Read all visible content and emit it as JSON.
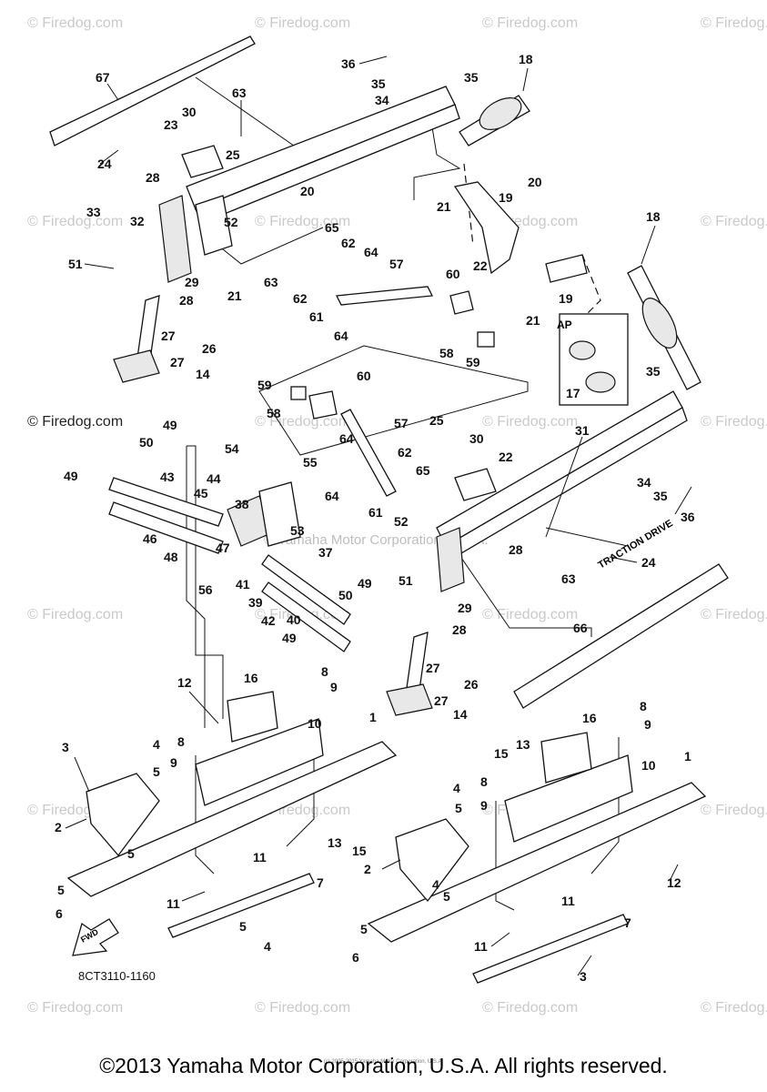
{
  "watermark": "© Firedog.com",
  "sticker_left_text": "",
  "sticker_right_text": "TRACTION DRIVE",
  "center_watermark": "© Yamaha Motor Corporation, U.S.A.",
  "fwd_label": "FWD",
  "drawing_code": "8CT3110-1160",
  "ap_label": "AP",
  "copyright": "©2013 Yamaha Motor Corporation, U.S.A. All rights reserved.",
  "tiny_note": "(c) 2005-2015 Yamaha Motor Corporation, U.S.A.",
  "callouts": [
    "67",
    "63",
    "30",
    "23",
    "25",
    "24",
    "28",
    "33",
    "32",
    "51",
    "29",
    "28",
    "21",
    "36",
    "35",
    "34",
    "35",
    "18",
    "20",
    "19",
    "21",
    "22",
    "20",
    "52",
    "65",
    "62",
    "64",
    "63",
    "62",
    "61",
    "57",
    "60",
    "58",
    "59",
    "64",
    "18",
    "AP",
    "19",
    "21",
    "17",
    "35",
    "27",
    "26",
    "27",
    "14",
    "59",
    "60",
    "58",
    "57",
    "25",
    "30",
    "22",
    "31",
    "64",
    "62",
    "65",
    "61",
    "52",
    "55",
    "64",
    "54",
    "44",
    "38",
    "45",
    "43",
    "50",
    "49",
    "49",
    "46",
    "47",
    "48",
    "56",
    "41",
    "39",
    "42",
    "53",
    "37",
    "40",
    "50",
    "49",
    "49",
    "28",
    "63",
    "24",
    "51",
    "29",
    "28",
    "66",
    "34",
    "35",
    "36",
    "27",
    "26",
    "27",
    "14",
    "12",
    "16",
    "8",
    "9",
    "10",
    "1",
    "3",
    "4",
    "5",
    "8",
    "9",
    "2",
    "5",
    "11",
    "13",
    "15",
    "7",
    "5",
    "6",
    "11",
    "5",
    "4",
    "16",
    "8",
    "9",
    "15",
    "13",
    "10",
    "1",
    "8",
    "4",
    "9",
    "5",
    "2",
    "4",
    "5",
    "11",
    "12",
    "5",
    "7",
    "6",
    "11",
    "3"
  ]
}
